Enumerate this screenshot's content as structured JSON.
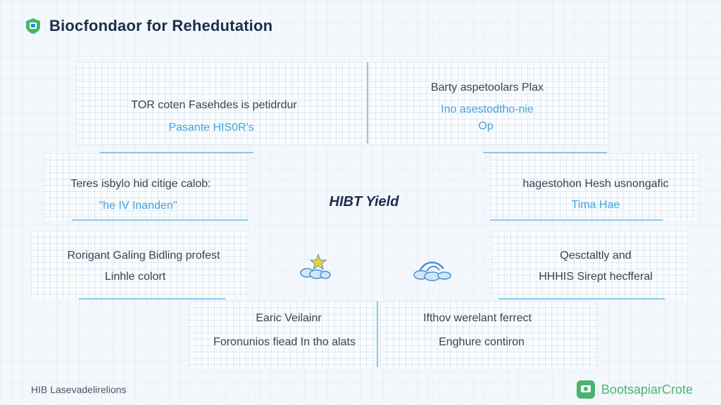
{
  "header": {
    "title": "Biocfondaor for Rehedutation"
  },
  "diagram": {
    "center": "HIBT Yield",
    "nodes": [
      {
        "line1": "TOR coten Fasehdes is petidrdur",
        "line2": "Pasante HIS0R's"
      },
      {
        "line1": "Barty aspetoolars Plax",
        "line2": "Ino asestodtho-nie",
        "line3": "Op"
      },
      {
        "line1": "Teres isbylo hid citige calob:",
        "line2": "\"he IV Inanden\""
      },
      {
        "line1": "hagestohon Hesh usnongafic",
        "line2": "Tima Hae"
      },
      {
        "line1": "Rorigant Galing Bidling profest",
        "line2": "Linhle colort"
      },
      {
        "line1": "Qesctaltly and",
        "line2": "HHHIS Sirept hecfferal"
      },
      {
        "line1": "Earic Veilainr",
        "line2": "Foronunios fiead In tho alats"
      },
      {
        "line1": "Ifthov werelant ferrect",
        "line2": "Enghure contiron"
      }
    ]
  },
  "footer": {
    "left": "HIB Lasevadelirelions",
    "brand": "BootsapiarCrote"
  },
  "colors": {
    "accent_blue": "#43a6dc",
    "line_blue": "#8ec7ea",
    "brand_green": "#4bb46c",
    "title_dark": "#1d2f48"
  },
  "icons": [
    "shield-logo-icon",
    "star-cloud-icon",
    "wave-cloud-icon",
    "brand-logo-icon"
  ]
}
